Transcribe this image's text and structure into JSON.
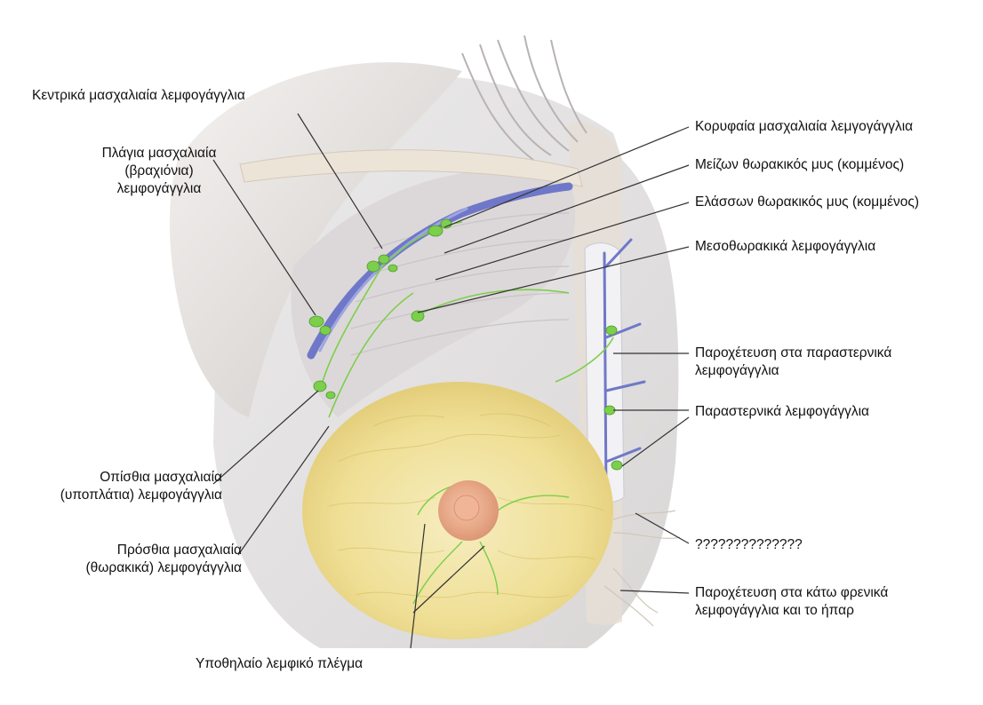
{
  "labels": {
    "central_axillary": "Κεντρικά μασχαλιαία λεμφογάγγλια",
    "lateral_axillary": [
      "Πλάγια μασχαλιαία",
      "(βραχιόνια)",
      "λεμφογάγγλια"
    ],
    "posterior_axillary": [
      "Οπίσθια μασχαλιαία",
      "(υποπλάτια) λεμφογάγγλια"
    ],
    "anterior_axillary": [
      "Πρόσθια μασχαλιαία",
      "(θωρακικά) λεμφογάγγλια"
    ],
    "subareolar_plexus": "Υποθηλαίο λεμφικό πλέγμα",
    "apical_axillary": "Κορυφαία μασχαλιαία λεμγογάγγλια",
    "pectoralis_major": "Μείζων θωρακικός μυς (κομμένος)",
    "pectoralis_minor": "Ελάσσων θωρακικός μυς (κομμένος)",
    "interpectoral": "Μεσοθωρακικά λεμφογάγγλια",
    "parasternal_drainage": [
      "Παροχέτευση στα παραστερνικά",
      "λεμφογάγγλια"
    ],
    "parasternal_nodes": "Παραστερνικά λεμφογάγγλια",
    "unknown": "??????????????",
    "phrenic_drainage": [
      "Παροχέτευση στα κάτω φρενικά",
      "λεμφογάγγλια και το ήπαρ"
    ]
  },
  "colors": {
    "lymph_node": "#7ccf4a",
    "vein": "#6f78c8",
    "skin": "#e8e2dc",
    "muscle": "#d6d3d4",
    "breast": "#efdf95",
    "areola": "#e0a080",
    "leader_line": "#333333"
  }
}
